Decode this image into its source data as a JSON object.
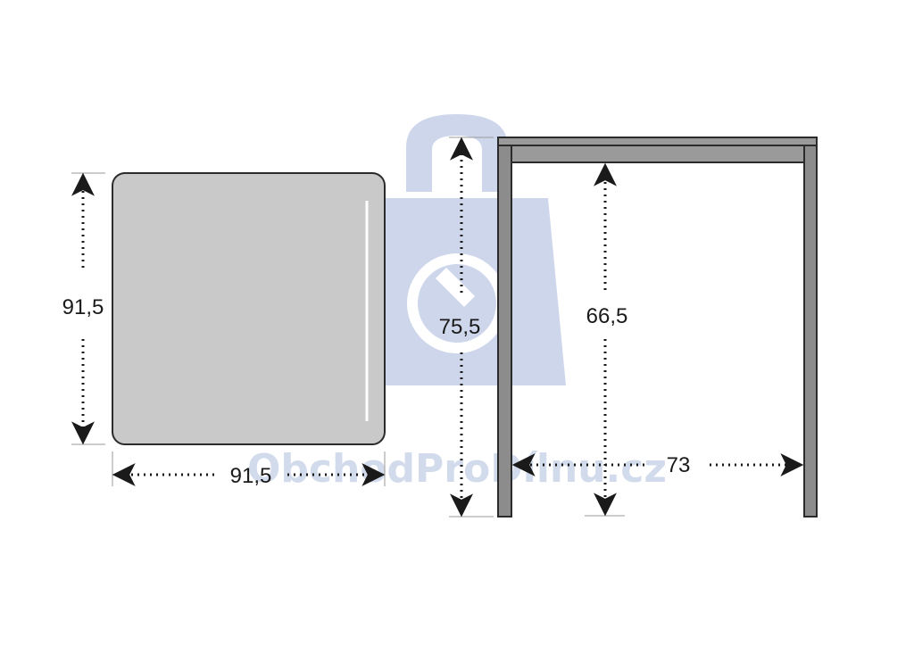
{
  "top_view": {
    "height_label": "91,5",
    "width_label": "91,5"
  },
  "side_view": {
    "total_height_label": "75,5",
    "leg_clearance_label": "66,5",
    "leg_span_label": "73"
  },
  "watermark": {
    "text": "ObchodProDílnu.cz",
    "icon": "shopping-bag-wrench-icon"
  },
  "colors": {
    "panel_fill": "#c9c9c9",
    "frame_fill": "#8c8c8c",
    "outline": "#2b2b2b",
    "arrow": "#1a1a1a",
    "watermark": "#9db0d6"
  }
}
